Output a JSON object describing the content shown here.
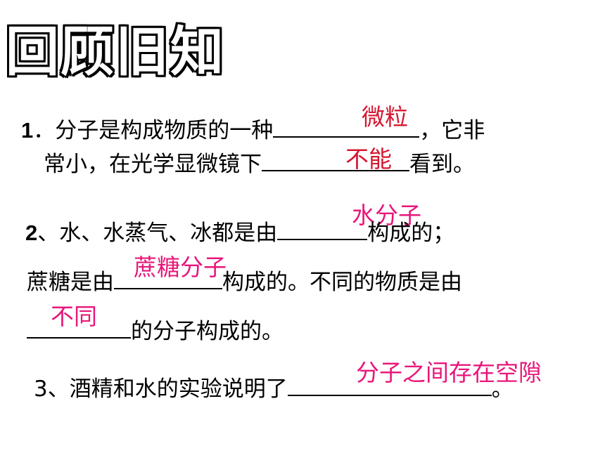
{
  "title": "回顾旧知",
  "q1": {
    "num": "1",
    "a": "．分子是构成物质的一种",
    "b": "，它非",
    "c": "常小，在光学显微镜下",
    "d": "看到。",
    "ans1": "微粒",
    "ans2": "不能"
  },
  "q2": {
    "num": "2",
    "a": "、水、水蒸气、冰都是由",
    "b": "构成的；",
    "c": "蔗糖是由",
    "d": "构成的。不同的物质是由",
    "e": "的分子构成的。",
    "ans1": "水分子",
    "ans2": "蔗糖分子",
    "ans3": "不同"
  },
  "q3": {
    "a": "3、酒精和水的实验说明了",
    "b": "。",
    "ans1": "分子之间存在空隙"
  },
  "colors": {
    "answer_red": "#d6162f",
    "answer_pink": "#e8177a"
  }
}
